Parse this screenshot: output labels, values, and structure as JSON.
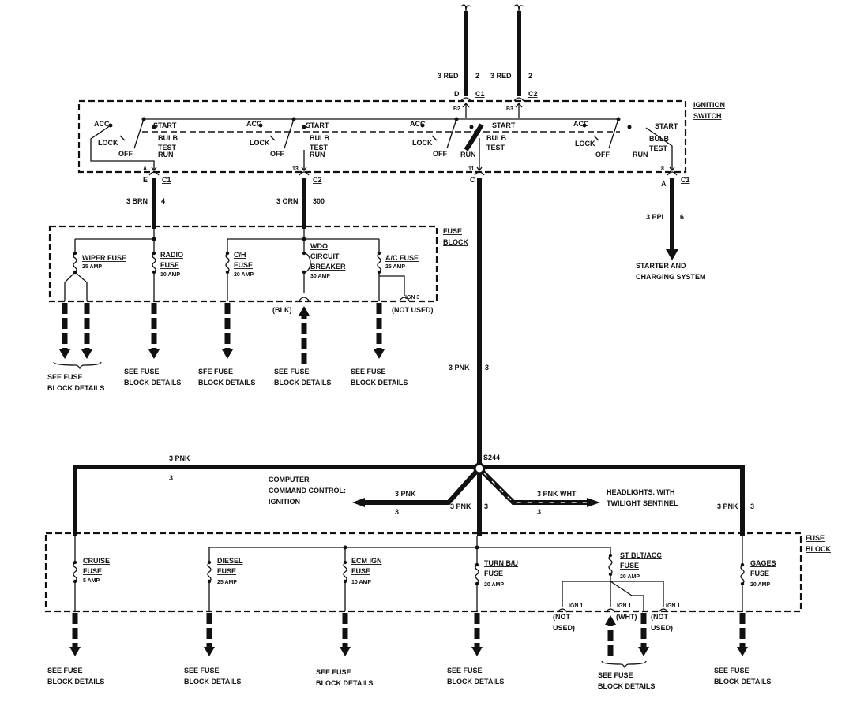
{
  "top_wires": [
    {
      "wire": "3 RED",
      "circuit": "2",
      "pin": "D",
      "connector": "C1",
      "terminal": "B2"
    },
    {
      "wire": "3 RED",
      "circuit": "2",
      "connector": "C2",
      "terminal": "B3"
    }
  ],
  "ignition_switch": {
    "title_line1": "IGNITION",
    "title_line2": "SWITCH",
    "positions": {
      "acc": "ACC",
      "start": "START",
      "lock": "LOCK",
      "bulb": "BULB",
      "test": "TEST",
      "off": "OFF",
      "run": "RUN"
    },
    "outputs": [
      {
        "terminal": "A",
        "pin": "E",
        "connector": "C1",
        "wire": "3 BRN",
        "circuit": "4"
      },
      {
        "terminal": "13",
        "connector": "C2",
        "wire": "3 ORN",
        "circuit": "300"
      },
      {
        "terminal": "11",
        "pin": "C",
        "wire": "3 PNK",
        "circuit": "3"
      },
      {
        "terminal": "8",
        "pin": "A",
        "connector": "C1",
        "wire": "3 PPL",
        "circuit": "6"
      }
    ]
  },
  "starter": {
    "line1": "STARTER AND",
    "line2": "CHARGING SYSTEM"
  },
  "fuse_block_label": {
    "line1": "FUSE",
    "line2": "BLOCK"
  },
  "upper_fuses": [
    {
      "name1": "WIPER FUSE",
      "rating": "25 AMP"
    },
    {
      "name1": "RADIO",
      "name2": "FUSE",
      "rating": "10 AMP"
    },
    {
      "name1": "C/H",
      "name2": "FUSE",
      "rating": "20 AMP"
    },
    {
      "name1": "WDO",
      "name2": "CIRCUIT",
      "name3": "BREAKER",
      "rating": "30 AMP"
    },
    {
      "name1": "A/C FUSE",
      "rating": "25 AMP"
    }
  ],
  "upper_notes": {
    "ign3": "IGN 3",
    "not_used": "(NOT USED)",
    "blk": "(BLK)"
  },
  "see_details": {
    "line1": "SEE FUSE",
    "line2": "BLOCK DETAILS",
    "line1_alt": "SFE FUSE"
  },
  "splice": {
    "id": "S244",
    "left_wire": "3 PNK",
    "left_circuit": "3",
    "center_wire": "3 PNK",
    "center_circuit": "3",
    "right_wire": "3 PNK",
    "right_circuit": "3",
    "ccc_wire": "3 PNK",
    "ccc_circuit": "3",
    "headlight_wire": "3 PNK WHT",
    "headlight_circuit": "3"
  },
  "ccc": {
    "line1": "COMPUTER",
    "line2": "COMMAND CONTROL:",
    "line3": "IGNITION"
  },
  "headlights": {
    "line1": "HEADLIGHTS. WITH",
    "line2": "TWILIGHT SENTINEL"
  },
  "lower_fuses": [
    {
      "name1": "CRUISE",
      "name2": "FUSE",
      "rating": "5 AMP"
    },
    {
      "name1": "DIESEL",
      "name2": "FUSE",
      "rating": "25 AMP"
    },
    {
      "name1": "ECM IGN",
      "name2": "FUSE",
      "rating": "10 AMP"
    },
    {
      "name1": "TURN B/U",
      "name2": "FUSE",
      "rating": "20 AMP"
    },
    {
      "name1": "ST BLT/ACC",
      "name2": "FUSE",
      "rating": "20 AMP"
    },
    {
      "name1": "GAGES",
      "name2": "FUSE",
      "rating": "20 AMP"
    }
  ],
  "lower_notes": {
    "ign1": "IGN 1",
    "not": "(NOT",
    "used": "USED)",
    "wht": "(WHT)"
  }
}
